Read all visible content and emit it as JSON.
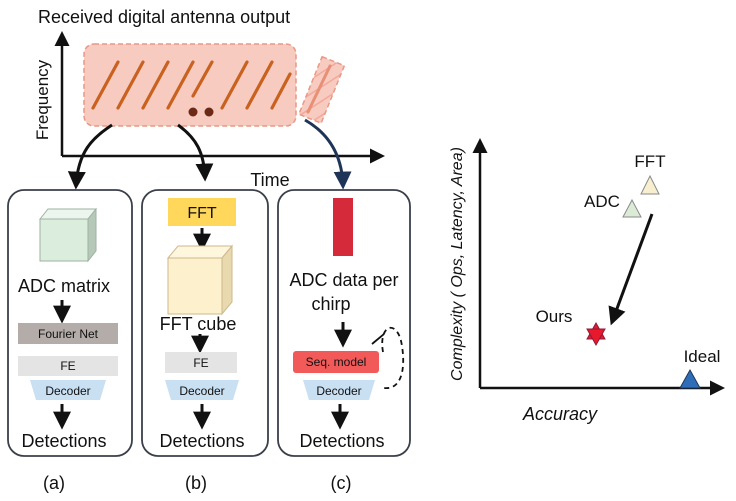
{
  "top_panel": {
    "title": "Received digital antenna output",
    "y_axis_label": "Frequency",
    "x_axis_label": "Time"
  },
  "pipelines": [
    {
      "id": "a",
      "caption": "(a)",
      "input_label": "ADC matrix",
      "stage_labels": [
        "Fourier Net",
        "FE",
        "Decoder"
      ],
      "output_label": "Detections",
      "colors": {
        "cube": "#dbeedd",
        "fourier": "#b3aca8",
        "fe": "#e4e4e4",
        "decoder": "#c9e0f3"
      }
    },
    {
      "id": "b",
      "caption": "(b)",
      "fft_label": "FFT",
      "input_label": "FFT cube",
      "stage_labels": [
        "FE",
        "Decoder"
      ],
      "output_label": "Detections",
      "colors": {
        "fft": "#ffd75a",
        "cube": "#fdf0cc",
        "fe": "#e4e4e4",
        "decoder": "#c9e0f3"
      }
    },
    {
      "id": "c",
      "caption": "(c)",
      "input_label_line1": "ADC data per",
      "input_label_line2": "chirp",
      "stage_labels": [
        "Seq. model",
        "Decoder"
      ],
      "output_label": "Detections",
      "colors": {
        "chirp": "#d42a3a",
        "seq": "#f25a5a",
        "decoder": "#c9e0f3"
      }
    }
  ],
  "complexity_chart": {
    "y_axis_label": "Complexity ( Ops, Latency, Area)",
    "x_axis_label": "Accuracy",
    "points": [
      {
        "label": "FFT",
        "marker": "triangle",
        "color": "#f7efcf"
      },
      {
        "label": "ADC",
        "marker": "triangle",
        "color": "#dcebd6"
      },
      {
        "label": "Ours",
        "marker": "star",
        "color": "#e8192c"
      },
      {
        "label": "Ideal",
        "marker": "triangle",
        "color": "#2f6db8"
      }
    ]
  }
}
